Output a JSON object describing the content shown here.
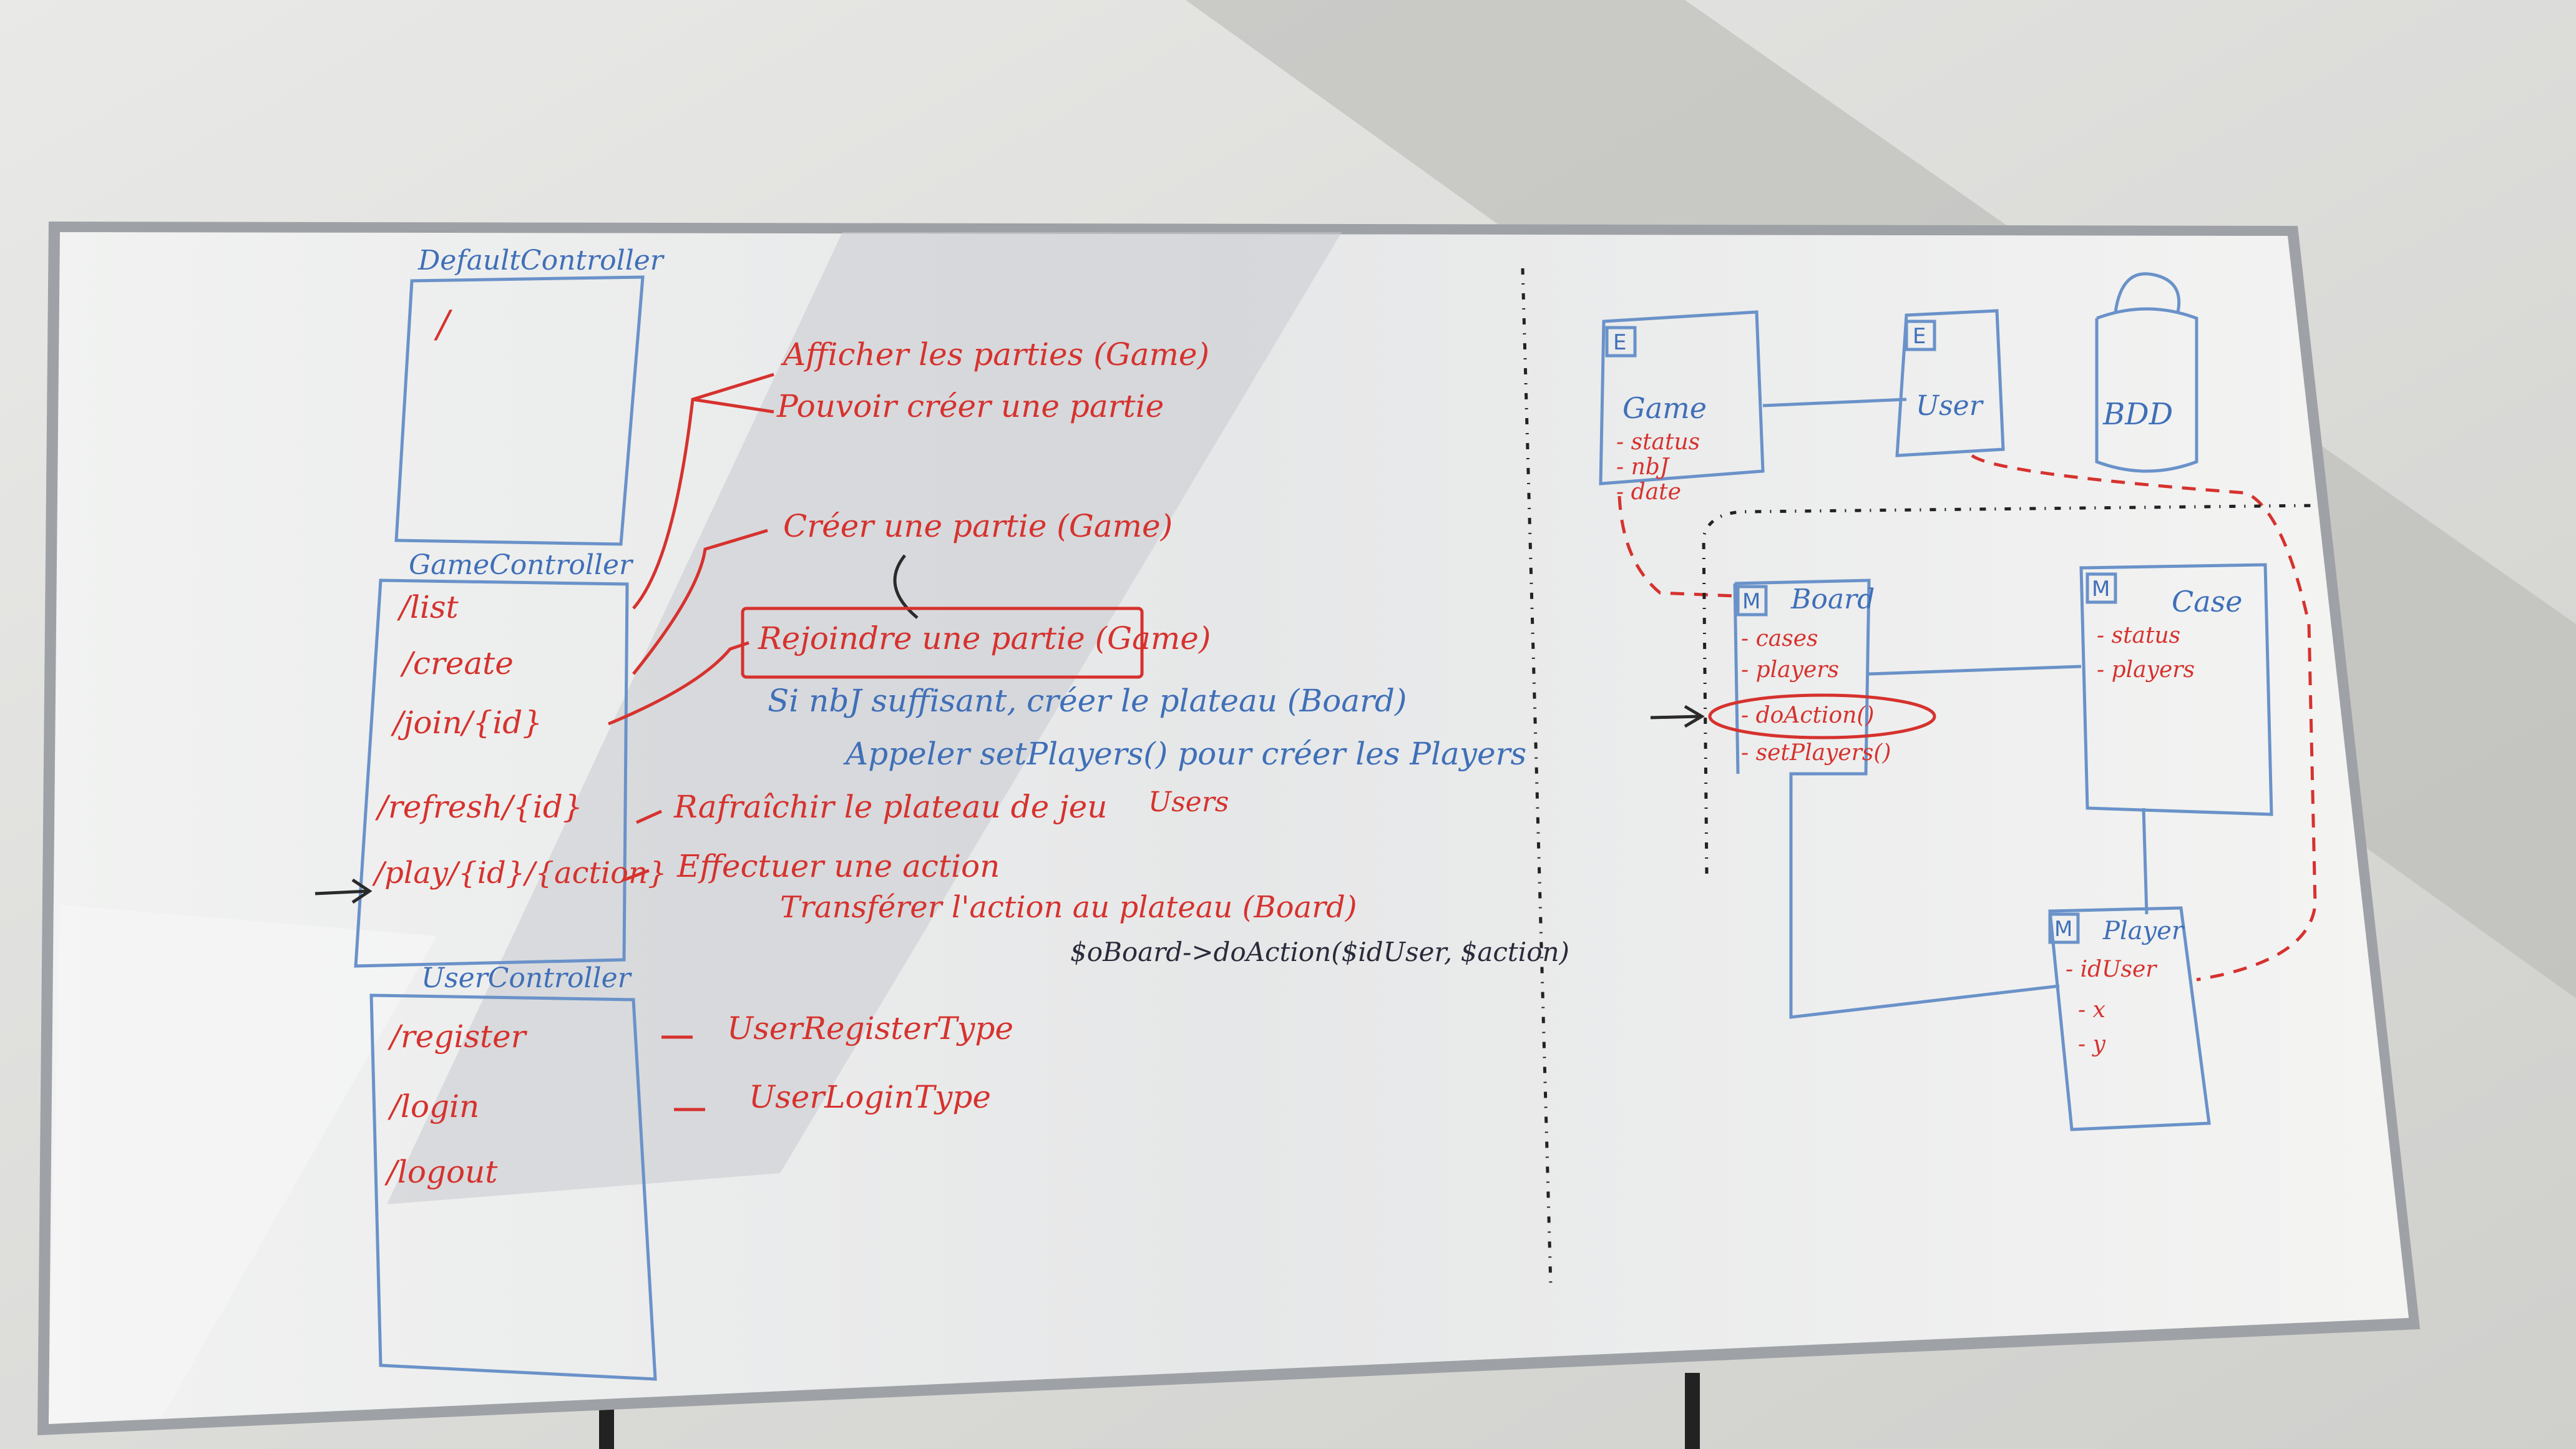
{
  "left_board": {
    "default_controller": {
      "title": "DefaultController",
      "items": [
        "/"
      ]
    },
    "game_controller": {
      "title": "GameController",
      "routes": [
        "/list",
        "/create",
        "/join/{id}",
        "/refresh/{id}",
        "/play/{id}/{action}"
      ]
    },
    "user_controller": {
      "title": "UserController",
      "routes": [
        "/register",
        "/login",
        "/logout"
      ]
    },
    "notes": {
      "list_1": "Afficher les parties (Game)",
      "list_2": "Pouvoir créer une partie",
      "create_1": "Créer une partie (Game)",
      "join_1": "Rejoindre une partie (Game)",
      "join_2": "Si nbJ suffisant, créer le plateau (Board)",
      "join_3": "Appeler setPlayers() pour créer les Players",
      "join_4": "Users",
      "refresh_1": "Rafraîchir le plateau de jeu",
      "play_1": "Effectuer une action",
      "play_2": "Transférer l'action au plateau (Board)",
      "play_3": "$oBoard->doAction($idUser, $action)",
      "register": "UserRegisterType",
      "login": "UserLoginType"
    }
  },
  "right_board": {
    "game": {
      "tag": "E",
      "title": "Game",
      "fields": [
        "- status",
        "- nbJ",
        "- date"
      ]
    },
    "user": {
      "tag": "E",
      "title": "User"
    },
    "bdd": {
      "label": "BDD"
    },
    "board": {
      "tag": "M",
      "title": "Board",
      "fields": [
        "- cases",
        "- players",
        "- doAction()",
        "- setPlayers()"
      ]
    },
    "case": {
      "tag": "M",
      "title": "Case",
      "fields": [
        "- status",
        "- players"
      ]
    },
    "player": {
      "tag": "M",
      "title": "Player",
      "fields": [
        "- idUser",
        "- x",
        "- y"
      ]
    }
  }
}
